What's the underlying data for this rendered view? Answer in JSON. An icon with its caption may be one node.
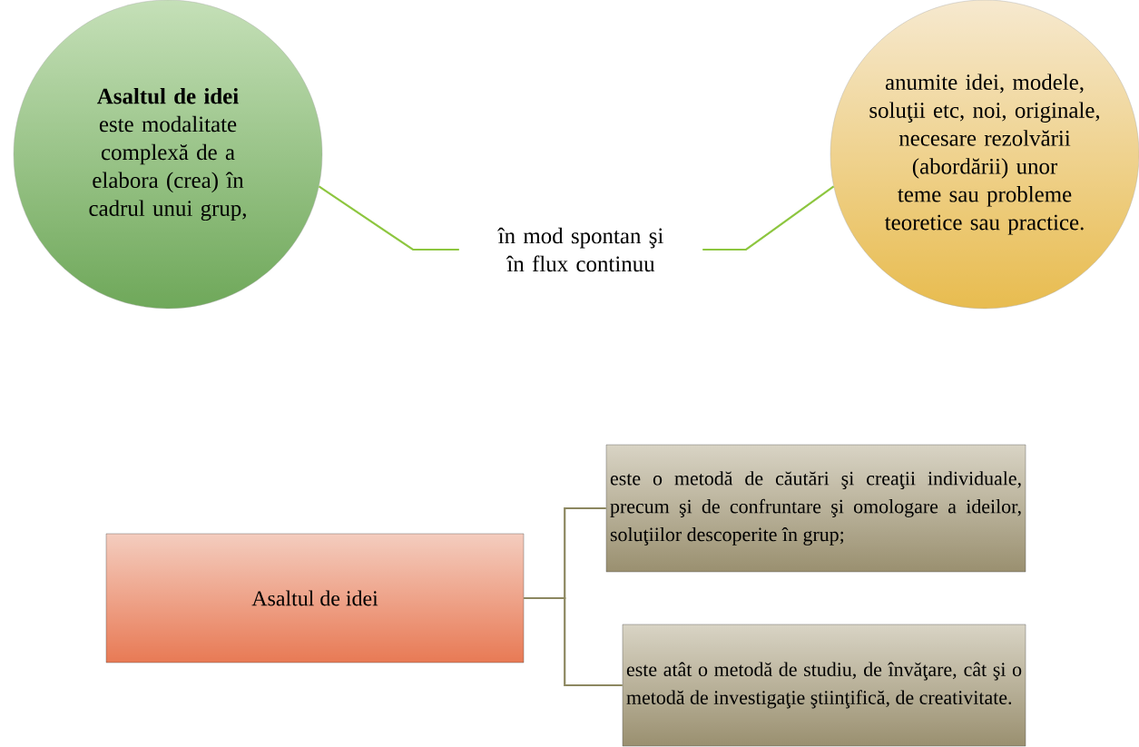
{
  "diagram": {
    "nodes": [
      {
        "text": [
          "Asaltul de idei",
          "este modalitate complexă de a elabora (crea) în cadrul unui grup,"
        ]
      },
      {
        "text": [
          "în mod spontan şi în flux continuu"
        ]
      },
      {
        "text": [
          "anumite idei, modele, soluţii etc, noi, originale, necesare rezolvării (abordării) unor teme sau probleme teoretice sau practice."
        ]
      },
      {
        "text": [
          "Asaltul de idei"
        ]
      },
      {
        "text": [
          "este o metodă de căutări şi creaţii individuale, precum şi de confruntare şi omologare a ideilor, soluţiilor descoperite în grup;"
        ]
      },
      {
        "text": [
          "este atât o metodă de studiu, de învăţare, cât şi o metodă de investigaţie ştiinţifică, de creativitate."
        ]
      }
    ],
    "edges": [
      {
        "from": 0,
        "to": 1,
        "arrow": "none",
        "color": "#8dc63f"
      },
      {
        "from": 1,
        "to": 2,
        "arrow": "none",
        "color": "#8dc63f"
      },
      {
        "from": 3,
        "to": 4,
        "arrow": "none",
        "color": "#8c8760"
      },
      {
        "from": 3,
        "to": 5,
        "arrow": "none",
        "color": "#8c8760"
      }
    ]
  }
}
